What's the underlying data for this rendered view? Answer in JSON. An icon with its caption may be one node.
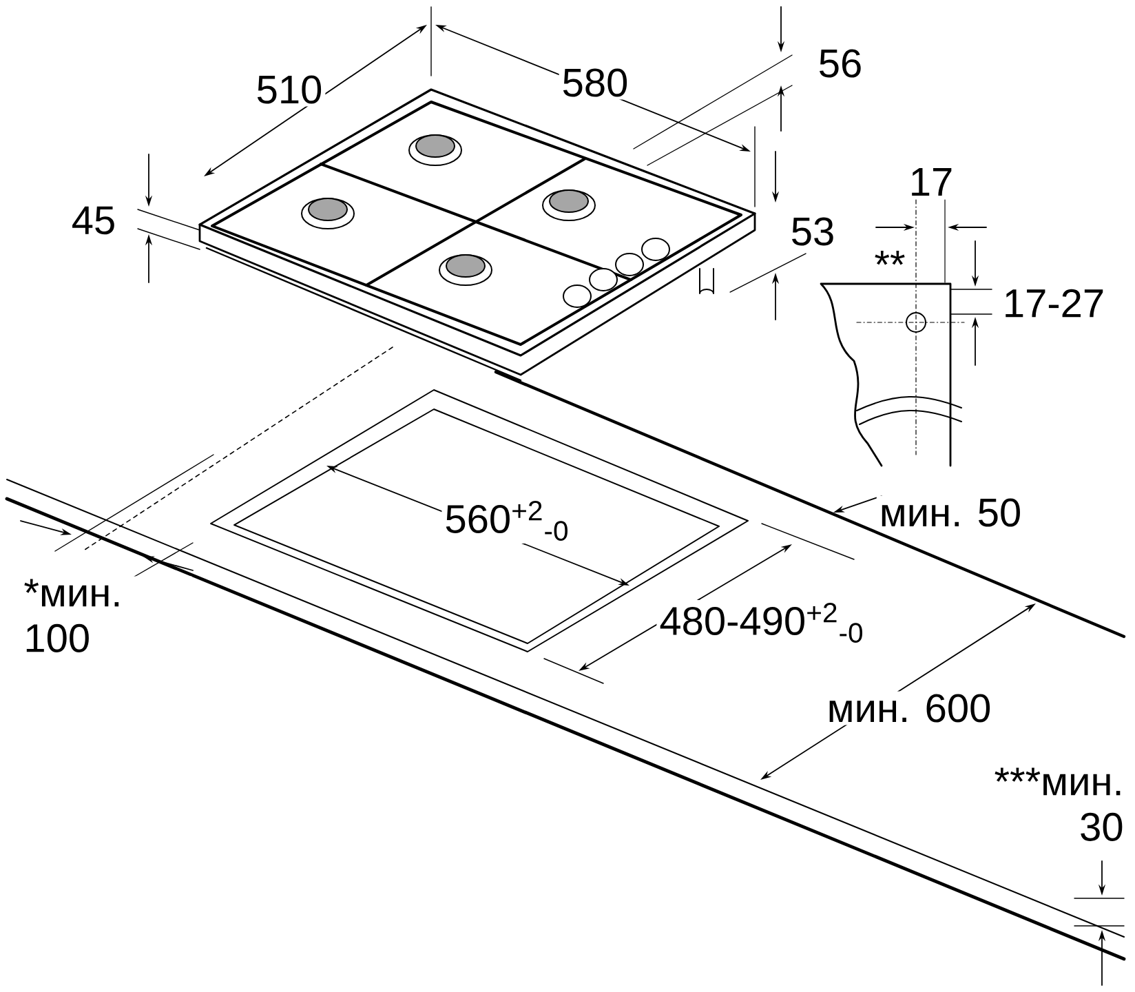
{
  "diagram": {
    "labels": [
      "510",
      "580",
      "56",
      "45",
      "53",
      "17",
      "**",
      "17-27",
      "560$^{+2}$$_{-0}$",
      "мин. 50",
      "480-490$^{+2}$$_{-0}$",
      "*мин. 100",
      "мин. 600",
      "***мин. 30"
    ]
  }
}
